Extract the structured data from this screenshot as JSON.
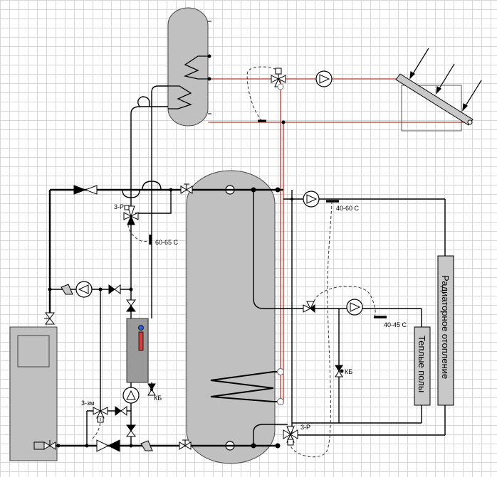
{
  "labels": {
    "valve_3r_top": "3-Р",
    "valve_3r_bottom": "3-Р",
    "valve_3zm": "3-зм",
    "kb_left": "КБ",
    "kb_right": "КБ",
    "temp_60_65": "60-65 С",
    "temp_40_60": "40-60 С",
    "temp_40_45": "40-45 С",
    "radiator_heating": "Радиаторное отопление",
    "floor_heating": "Теплые полы"
  },
  "colors": {
    "pipe": "#000000",
    "solar_loop": "#c0392b",
    "tank_fill": "#c0c0c0",
    "device_fill": "#9a9a9a",
    "indicator_blue": "#2d5fd0",
    "indicator_red": "#d04040"
  }
}
